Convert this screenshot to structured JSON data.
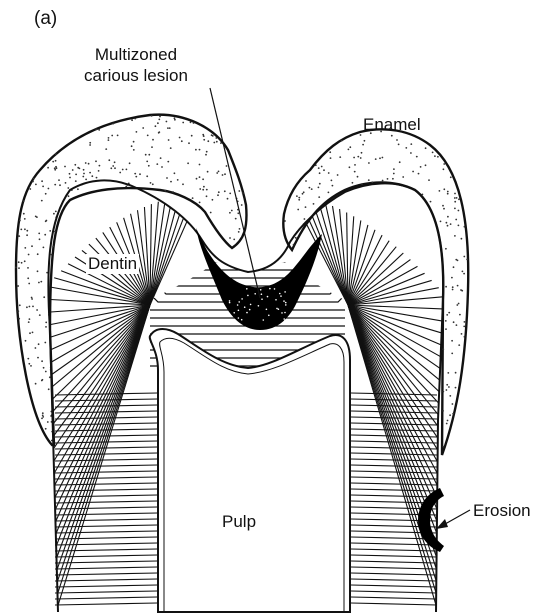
{
  "figure": {
    "panel_label": "(a)",
    "labels": {
      "lesion_line1": "Multizoned",
      "lesion_line2": "carious lesion",
      "enamel": "Enamel",
      "dentin": "Dentin",
      "pulp": "Pulp",
      "erosion": "Erosion"
    }
  }
}
